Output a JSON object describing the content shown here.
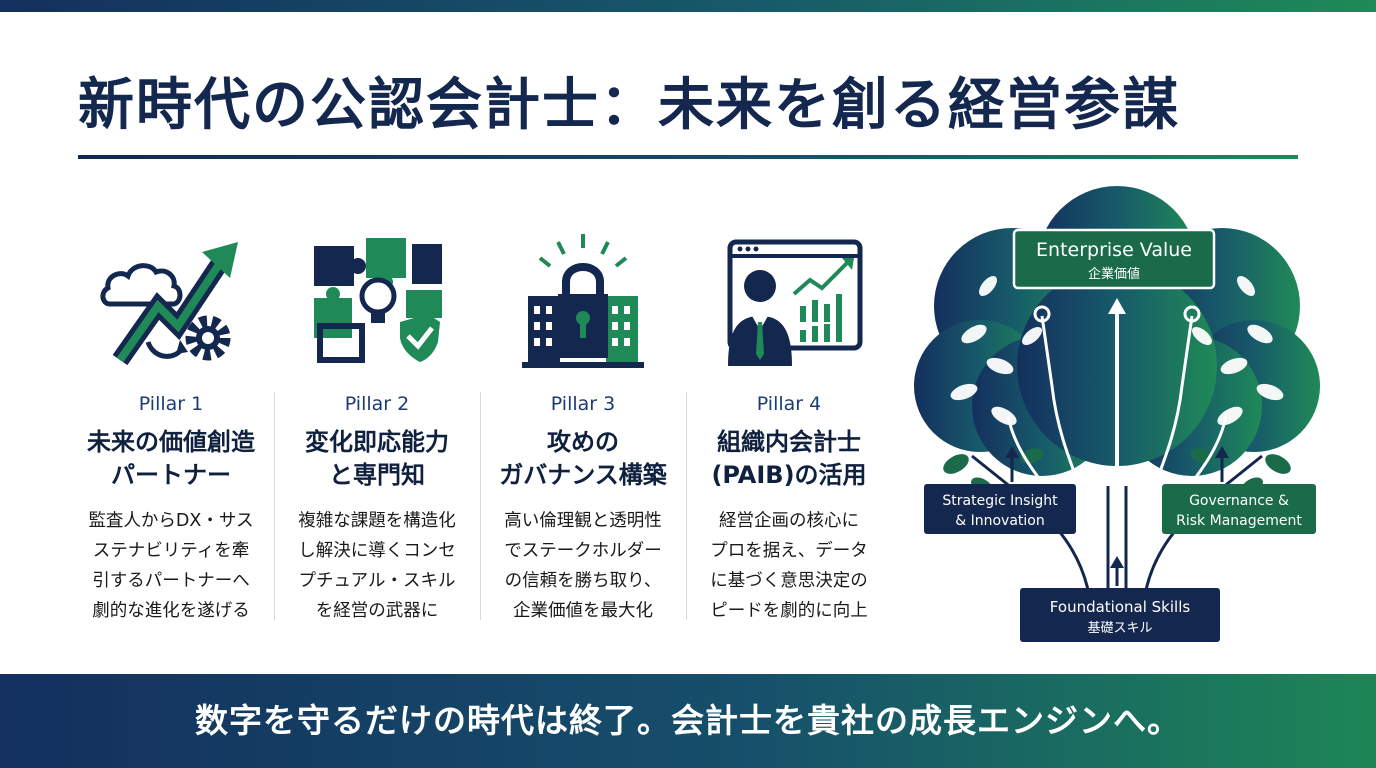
{
  "colors": {
    "navy": "#14284f",
    "green": "#1f8a57",
    "dark_green": "#1b6b4a"
  },
  "title": "新時代の公認会計士：未来を創る経営参謀",
  "pillars": [
    {
      "label": "Pillar 1",
      "heading": "未来の価値創造\nパートナー",
      "body": "監査人からDX・サス\nステナビリティを牽\n引するパートナーへ\n劇的な進化を遂げる",
      "icon": "growth-arrow-cloud-gear-icon"
    },
    {
      "label": "Pillar 2",
      "heading": "変化即応能力\nと専門知",
      "body": "複雑な課題を構造化\nし解決に導くコンセ\nプチュアル・スキル\nを経営の武器に",
      "icon": "puzzle-lightbulb-shield-icon"
    },
    {
      "label": "Pillar 3",
      "heading": "攻めの\nガバナンス構築",
      "body": "高い倫理観と透明性\nでステークホルダー\nの信頼を勝ち取り、\n企業価値を最大化",
      "icon": "lock-building-icon"
    },
    {
      "label": "Pillar 4",
      "heading": "組織内会計士\n(PAIB)の活用",
      "body": "経営企画の核心に\nプロを据え、データ\nに基づく意思決定の\nピードを劇的に向上",
      "icon": "businessman-dashboard-icon"
    }
  ],
  "tree": {
    "top_en": "Enterprise Value",
    "top_jp": "企業価値",
    "left": [
      "Strategic Insight",
      "& Innovation"
    ],
    "right": [
      "Governance &",
      "Risk Management"
    ],
    "bottom_en": "Foundational Skills",
    "bottom_jp": "基礎スキル"
  },
  "tagline": "数字を守るだけの時代は終了。会計士を貴社の成長エンジンへ。"
}
